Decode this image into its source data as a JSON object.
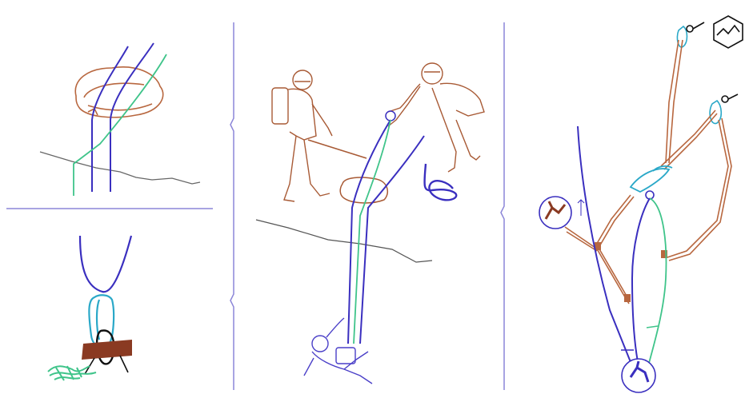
{
  "figure": {
    "panels": [
      {
        "id": "anchor-over-rock"
      },
      {
        "id": "carabiner-knot-detail"
      },
      {
        "id": "team-lowering-fallen-climber"
      },
      {
        "id": "pulley-rescue-system"
      }
    ],
    "colors": {
      "rope_primary": "#3a2fbf",
      "rope_secondary": "#3fc48a",
      "sling": "#b8673f",
      "carabiner": "#2aa8c8",
      "divider": "#8c86d8",
      "ground": "#555555",
      "rescuer_outline": "#a85a35"
    },
    "icons": [
      "carabiner-icon",
      "mountain-badge-icon",
      "pulley-icon",
      "climber-icon",
      "rescuer-icon"
    ]
  }
}
